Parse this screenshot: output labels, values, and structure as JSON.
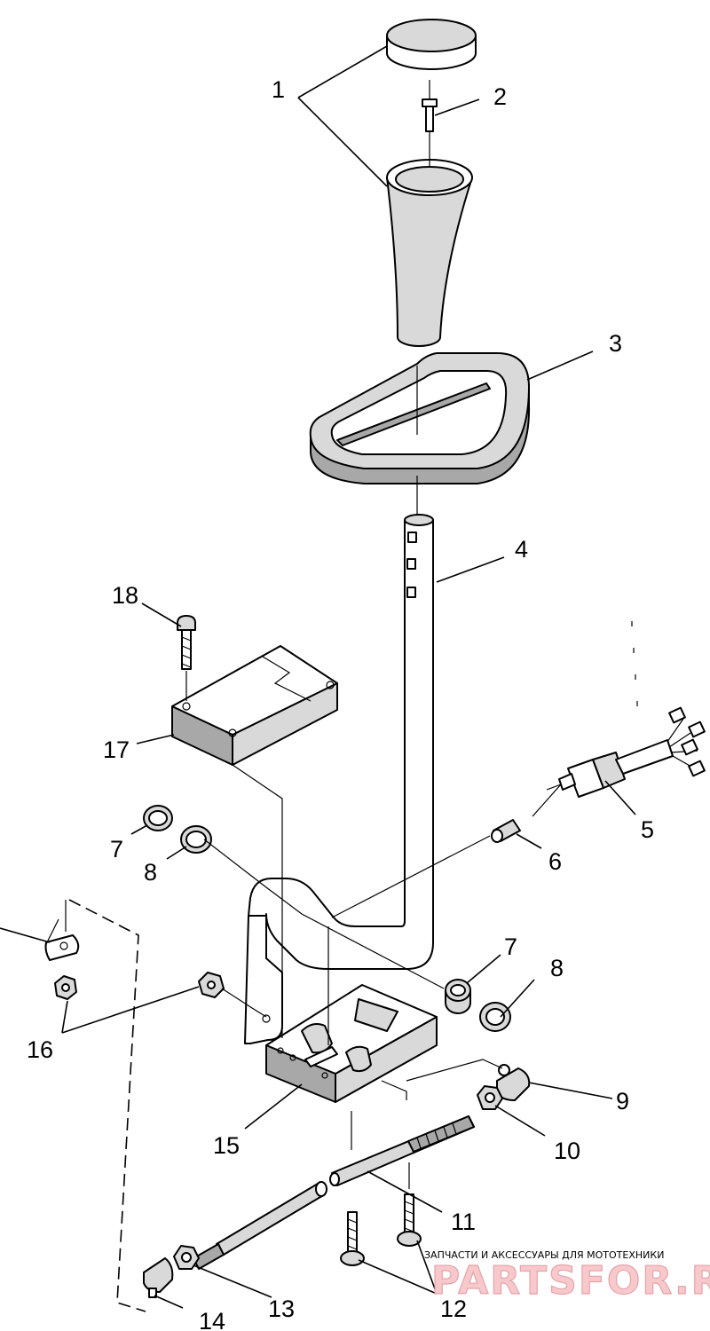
{
  "callouts": [
    "1",
    "2",
    "3",
    "4",
    "5",
    "6",
    "7",
    "8",
    "7",
    "8",
    "9",
    "10",
    "11",
    "12",
    "13",
    "14",
    "15",
    "16",
    "17",
    "18"
  ],
  "watermark": {
    "tagline": "ЗАПЧАСТИ И АКСЕССУАРЫ ДЛЯ МОТОТЕХНИКИ",
    "brand": "PARTSFOR.RU"
  }
}
